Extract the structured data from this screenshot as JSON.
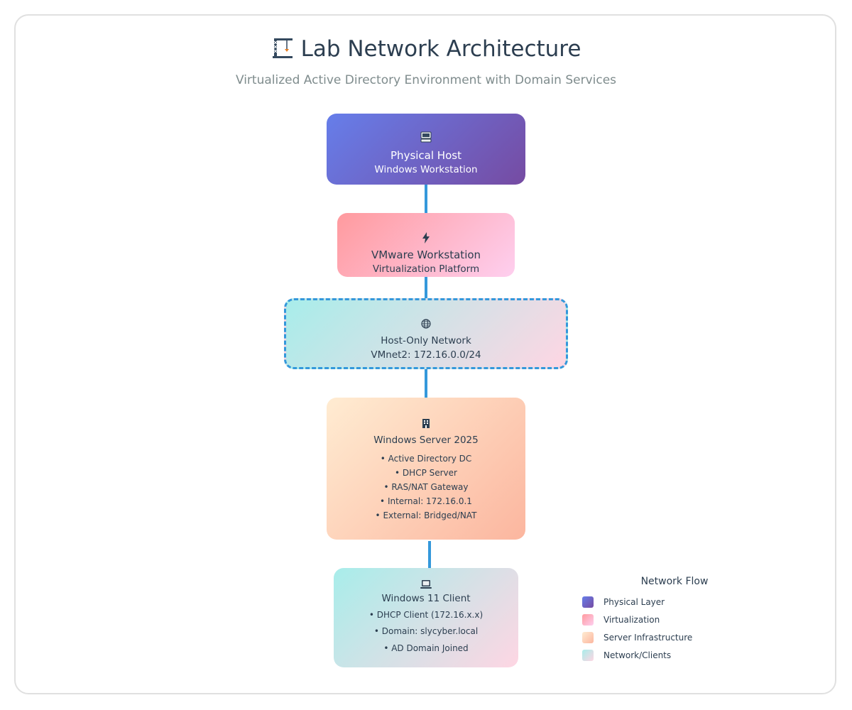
{
  "header": {
    "title": "Lab Network Architecture",
    "subtitle": "Virtualized Active Directory Environment with Domain Services",
    "title_icon": "construction-crane-icon"
  },
  "nodes": {
    "physical": {
      "icon": "desktop-computer-icon",
      "title": "Physical Host",
      "subtitle": "Windows Workstation"
    },
    "vmware": {
      "icon": "lightning-bolt-icon",
      "title": "VMware Workstation",
      "subtitle": "Virtualization Platform"
    },
    "network": {
      "icon": "globe-icon",
      "title": "Host-Only Network",
      "subtitle": "VMnet2: 172.16.0.0/24"
    },
    "server": {
      "icon": "office-building-icon",
      "title": "Windows Server 2025",
      "items": [
        "• Active Directory DC",
        "• DHCP Server",
        "• RAS/NAT Gateway",
        "• Internal: 172.16.0.1",
        "• External: Bridged/NAT"
      ]
    },
    "client": {
      "icon": "laptop-icon",
      "title": "Windows 11 Client",
      "items": [
        "• DHCP Client (172.16.x.x)",
        "• Domain: slycyber.local",
        "• AD Domain Joined"
      ]
    }
  },
  "legend": {
    "title": "Network Flow",
    "items": [
      {
        "label": "Physical Layer",
        "color_from": "#667eea",
        "color_to": "#764ba2"
      },
      {
        "label": "Virtualization",
        "color_from": "#ff9a9e",
        "color_to": "#fecfef"
      },
      {
        "label": "Server Infrastructure",
        "color_from": "#ffecd2",
        "color_to": "#fcb69f"
      },
      {
        "label": "Network/Clients",
        "color_from": "#a8edea",
        "color_to": "#fed6e3"
      }
    ]
  },
  "colors": {
    "connector": "#3498db",
    "title_text": "#2c3e50",
    "subtitle_text": "#7f8c8d",
    "frame_border": "#e0e0e0"
  }
}
